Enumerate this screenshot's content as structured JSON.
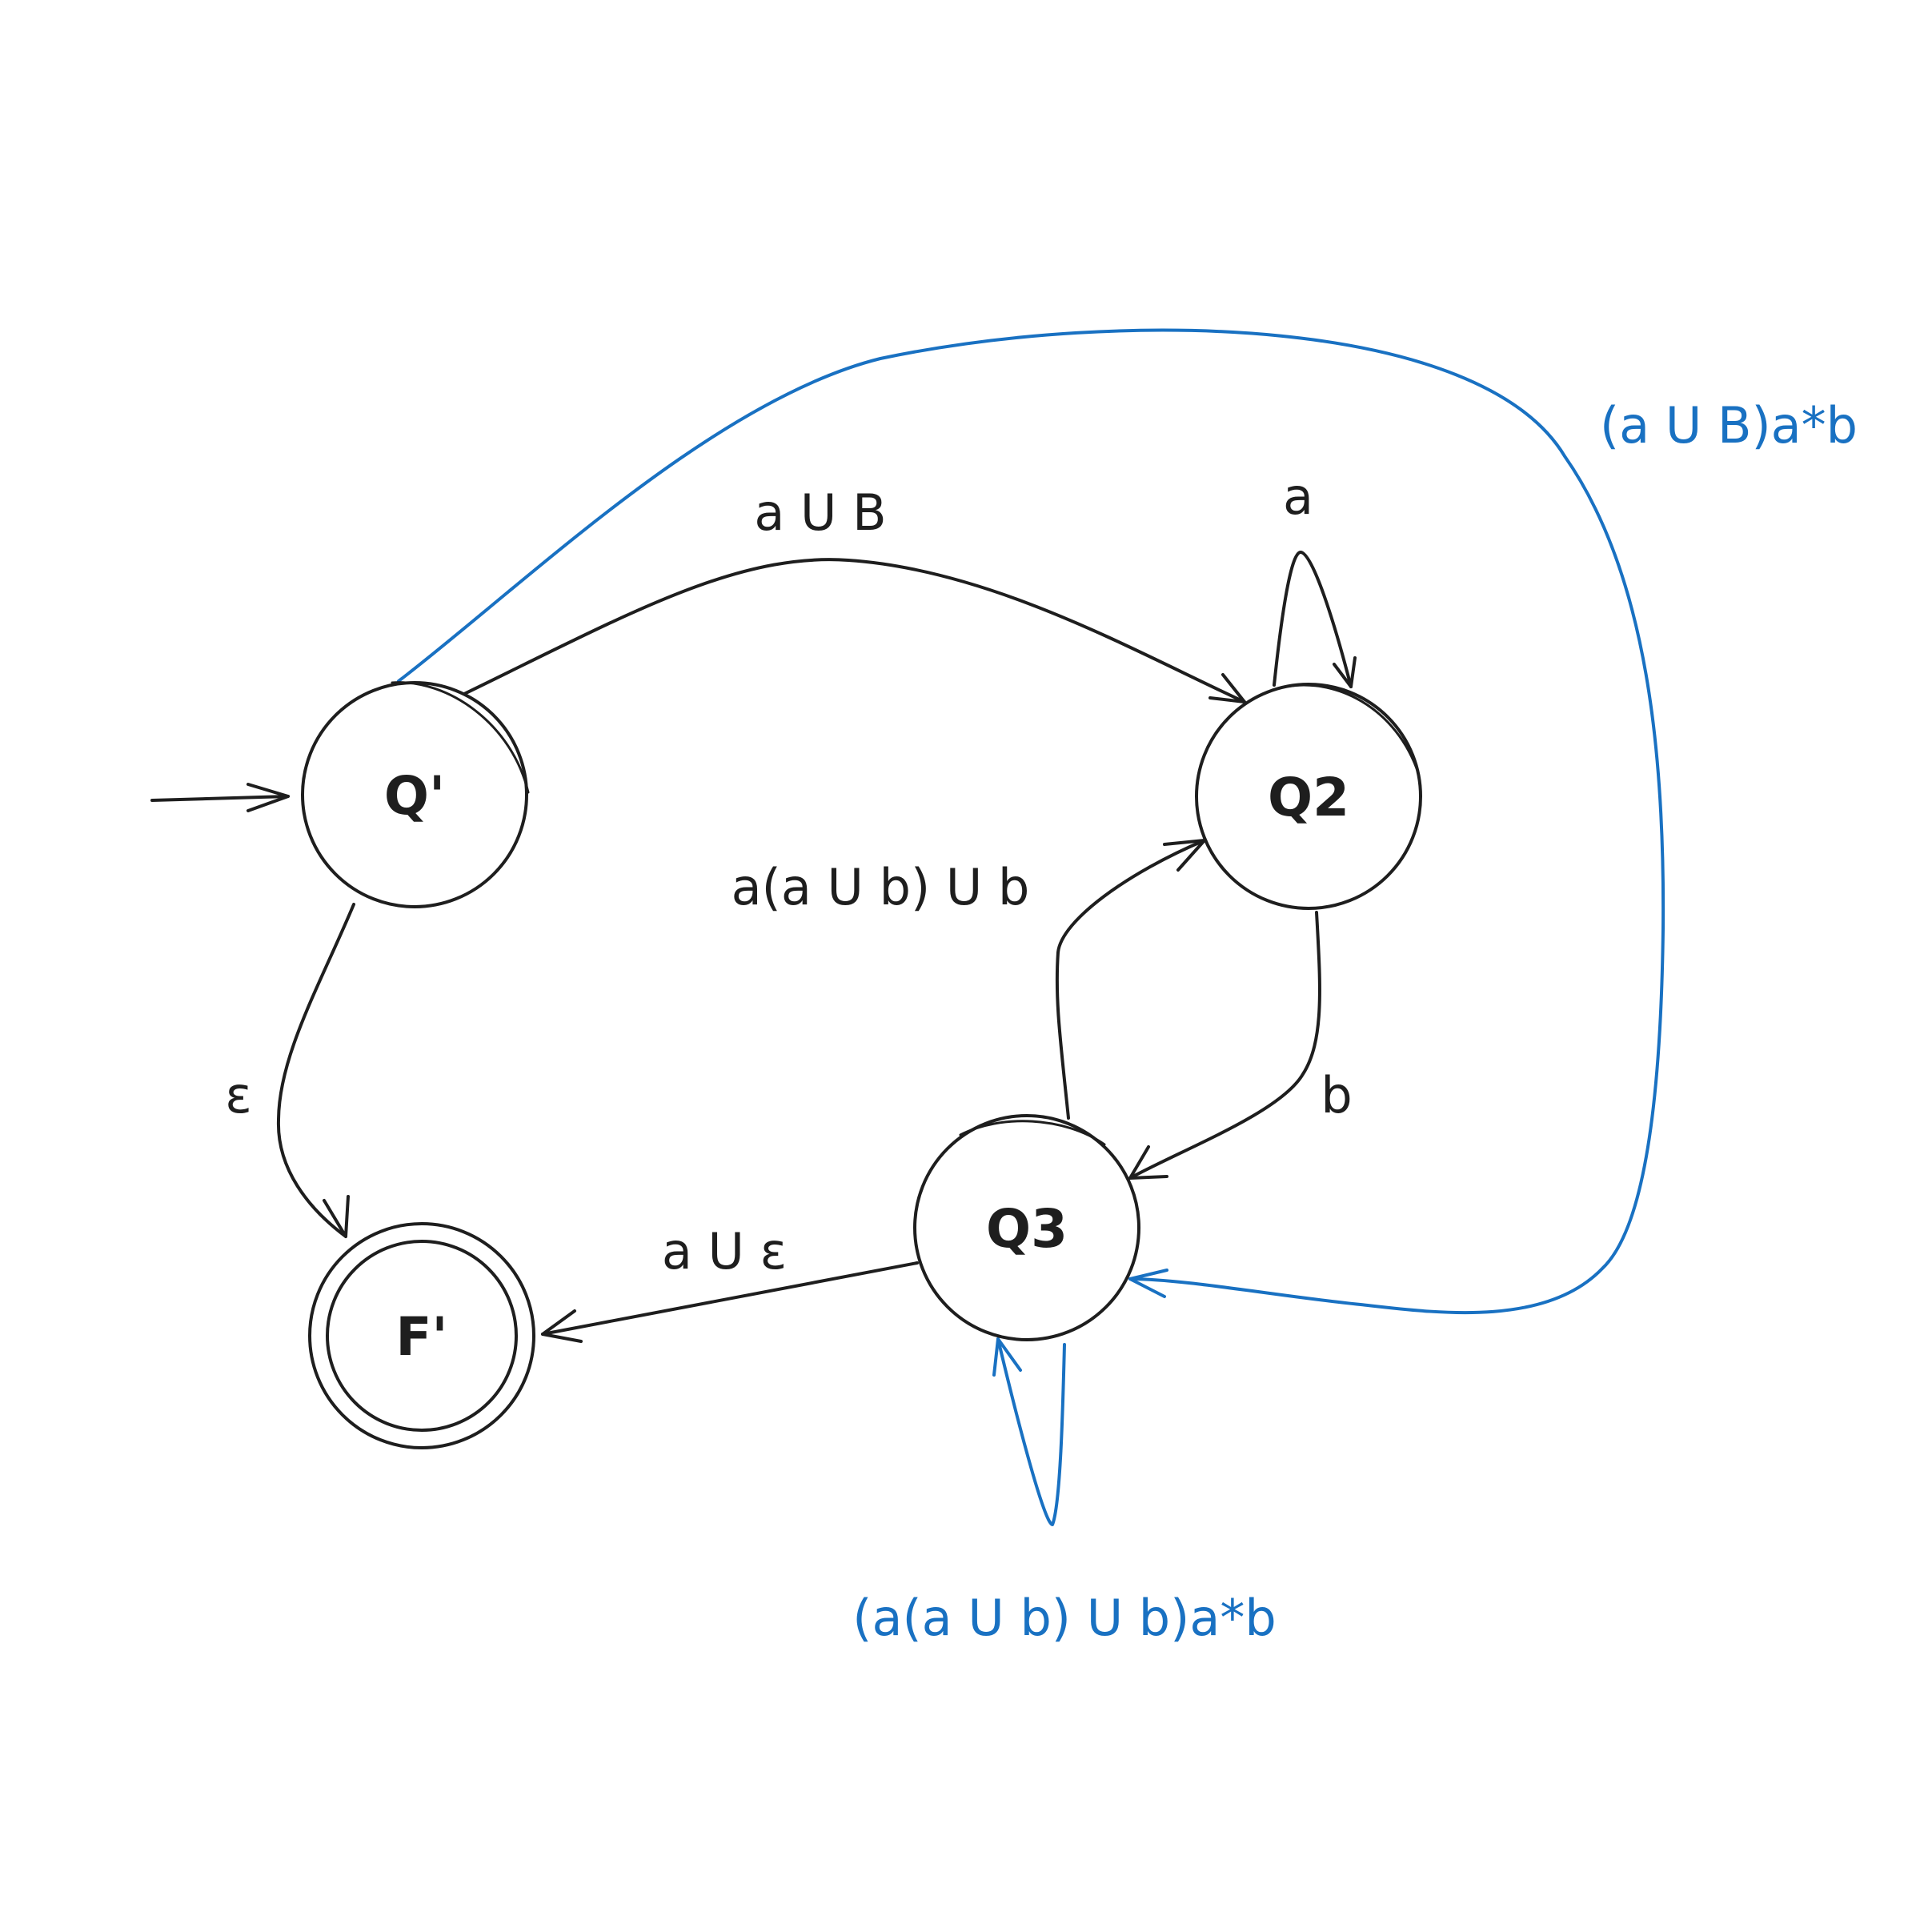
{
  "colors": {
    "ink": "#1e1e1e",
    "accent": "#1971c2"
  },
  "states": {
    "q_prime": "Q'",
    "q2": "Q2",
    "q3": "Q3",
    "f_prime": "F'"
  },
  "transitions": {
    "q_prime_to_q2": "a U B",
    "q2_self_loop": "a",
    "q_prime_to_f": "ε",
    "q3_to_q2": "a(a U b) U b",
    "q2_to_q3": "b",
    "q3_to_f": "a U ε",
    "q_prime_to_q3_new": "(a U B)a*b",
    "q3_self_loop_new": "(a(a U b) U b)a*b"
  }
}
